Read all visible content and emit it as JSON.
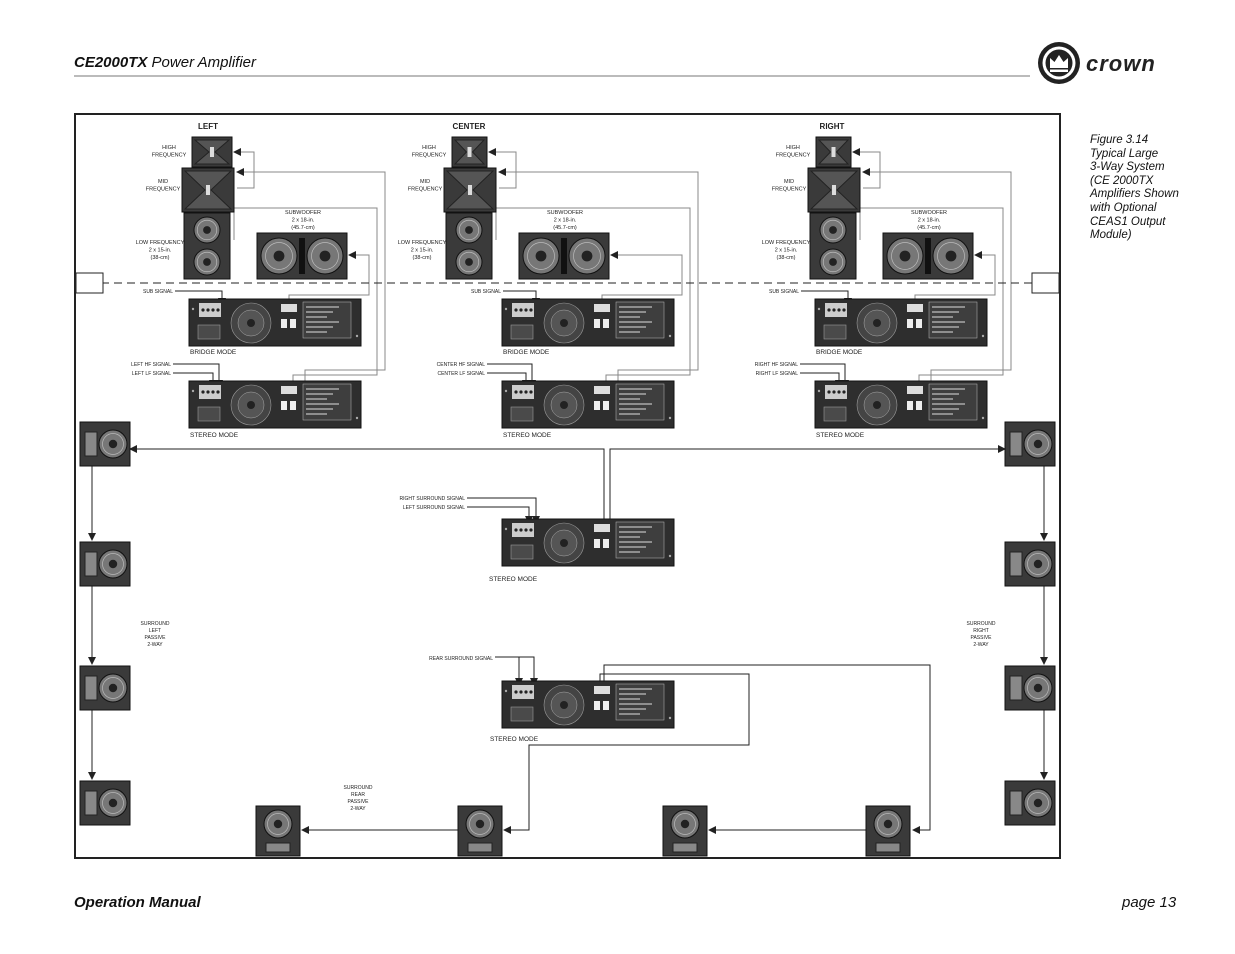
{
  "header": {
    "model": "CE2000TX",
    "product": "Power Amplifier",
    "brand": "crown"
  },
  "footer": {
    "left": "Operation Manual",
    "right": "page 13"
  },
  "caption": {
    "lines": [
      "Figure 3.14",
      "Typical Large",
      "3-Way System",
      "(CE 2000TX",
      "Amplifiers Shown",
      "with Optional",
      "CEAS1 Output",
      "Module)"
    ]
  },
  "columns": {
    "left": "LEFT",
    "center": "CENTER",
    "right": "RIGHT"
  },
  "labels": {
    "high_frequency": [
      "HIGH",
      "FREQUENCY"
    ],
    "mid_frequency": [
      "MID",
      "FREQUENCY"
    ],
    "low_frequency": [
      "LOW FREQUENCY",
      "2 x 15-in.",
      "(38-cm)"
    ],
    "subwoofer": [
      "SUBWOOFER",
      "2 x 18-in.",
      "(45.7-cm)"
    ],
    "sub_signal": "SUB SIGNAL",
    "bridge_mode": "BRIDGE MODE",
    "stereo_mode": "STEREO MODE",
    "left_hf_signal": "LEFT HF SIGNAL",
    "left_lf_signal": "LEFT LF SIGNAL",
    "center_hf_signal": "CENTER HF SIGNAL",
    "center_lf_signal": "CENTER LF SIGNAL",
    "right_hf_signal": "RIGHT HF SIGNAL",
    "right_lf_signal": "RIGHT LF SIGNAL",
    "right_surround_signal": "RIGHT SURROUND SIGNAL",
    "left_surround_signal": "LEFT SURROUND SIGNAL",
    "rear_surround_signal": "REAR SURROUND SIGNAL",
    "surround_left": [
      "SURROUND",
      "LEFT",
      "PASSIVE",
      "2-WAY"
    ],
    "surround_right": [
      "SURROUND",
      "RIGHT",
      "PASSIVE",
      "2-WAY"
    ],
    "surround_rear": [
      "SURROUND",
      "REAR",
      "PASSIVE",
      "2-WAY"
    ]
  },
  "colors": {
    "speaker_fill": "#3a3a3a",
    "amp_fill": "#2e2e2e",
    "line": "#222222",
    "wire": "#888888",
    "rule": "#bbbbbb"
  }
}
